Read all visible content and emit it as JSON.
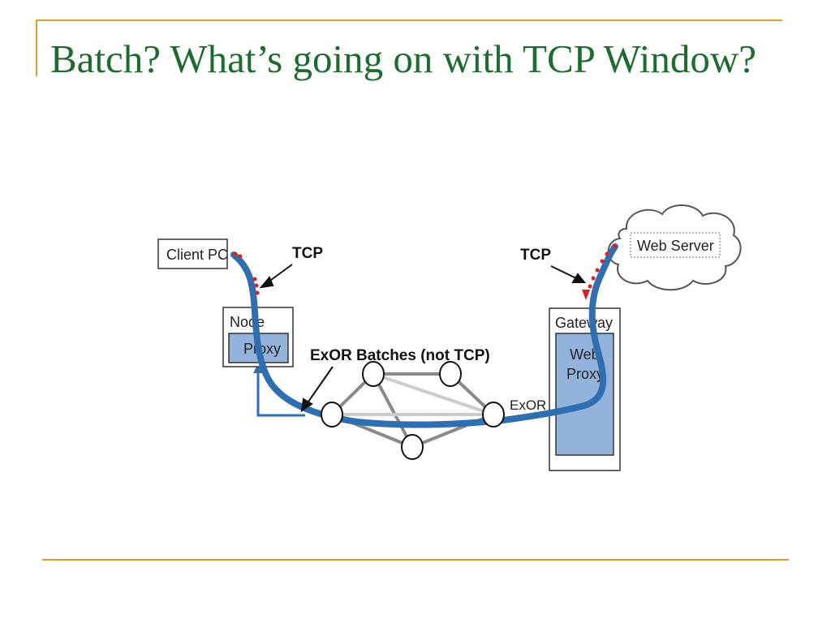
{
  "slide": {
    "title": "Batch? What’s going on with TCP Window?"
  },
  "diagram": {
    "client_label": "Client PC",
    "node_label": "Node",
    "node_proxy_label": "Proxy",
    "gateway_label": "Gateway",
    "web_proxy_line1": "Web",
    "web_proxy_line2": "Proxy",
    "web_server_label": "Web Server",
    "tcp_left_label": "TCP",
    "tcp_right_label": "TCP",
    "exor_batches_label": "ExOR Batches (not TCP)",
    "exor_label": "ExOR",
    "colors": {
      "path": "#2f6fb1",
      "proxy_fill": "#94b3dc",
      "tcp_dots": "#e02020",
      "mesh_dark": "#7a7a7a",
      "mesh_light": "#c8c8c8"
    }
  }
}
